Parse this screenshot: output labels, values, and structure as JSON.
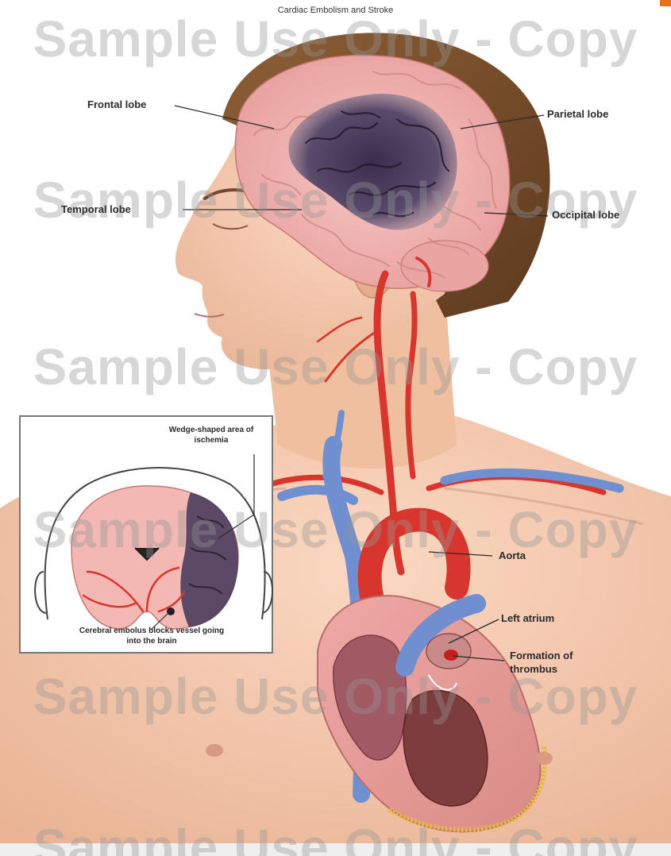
{
  "title": "Cardiac Embolism and Stroke",
  "watermark": "Sample Use Only - Copy",
  "labels": {
    "frontal": "Frontal lobe",
    "parietal": "Parietal lobe",
    "temporal": "Temporal lobe",
    "occipital": "Occipital lobe",
    "wedge": "Wedge-shaped area of ischemia",
    "embolus": "Cerebral embolus blocks vessel going into the brain",
    "aorta": "Aorta",
    "left_atrium": "Left atrium",
    "thrombus": "Formation of thrombus"
  },
  "colors": {
    "artery": "#d8362c",
    "vein": "#6f8fd0",
    "brain": "#f1b5b1",
    "ischemia": "#463656",
    "hair": "#7a4e2c",
    "skin": "#f3c6a8",
    "brand": "#e8731c"
  }
}
